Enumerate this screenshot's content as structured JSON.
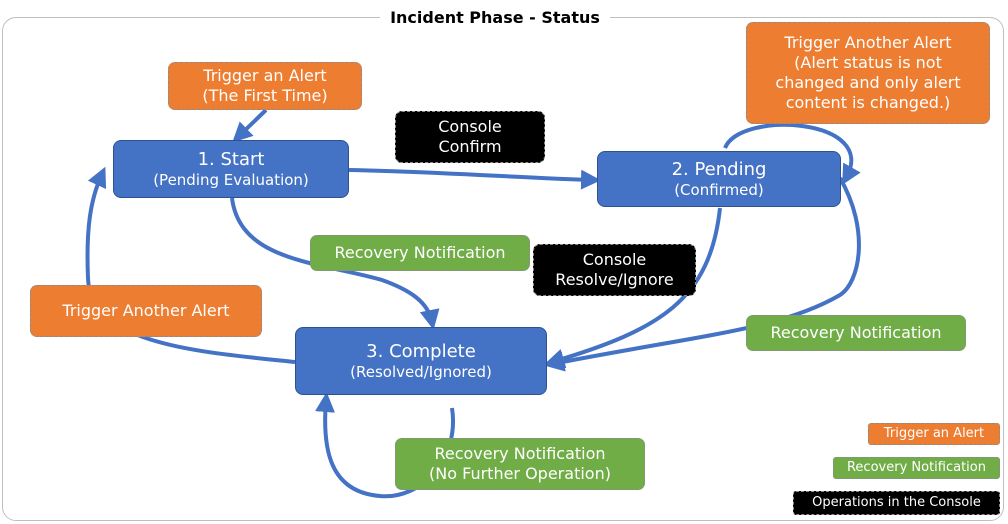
{
  "title": "Incident Phase - Status",
  "states": {
    "start": {
      "line1": "1. Start",
      "line2": "(Pending Evaluation)"
    },
    "pending": {
      "line1": "2. Pending",
      "line2": "(Confirmed)"
    },
    "complete": {
      "line1": "3. Complete",
      "line2": "(Resolved/Ignored)"
    }
  },
  "labels": {
    "trigger_first": {
      "line1": "Trigger an Alert",
      "line2": "(The First Time)"
    },
    "trigger_another_pending": {
      "line1": "Trigger Another Alert",
      "line2": "(Alert status is not",
      "line3": "changed and only alert",
      "line4": "content is changed.)"
    },
    "console_confirm": {
      "line1": "Console",
      "line2": "Confirm"
    },
    "recovery_start": "Recovery Notification",
    "console_resolve": {
      "line1": "Console",
      "line2": "Resolve/Ignore"
    },
    "trigger_another_complete": "Trigger Another Alert",
    "recovery_pending": "Recovery Notification",
    "recovery_complete": {
      "line1": "Recovery Notification",
      "line2": "(No Further Operation)"
    }
  },
  "legend": {
    "trigger": "Trigger an Alert",
    "recovery": "Recovery Notification",
    "console": "Operations in the Console"
  },
  "colors": {
    "state_blue": "#4472c4",
    "trigger_orange": "#ed7d31",
    "recovery_green": "#70ad47",
    "console_black": "#000000",
    "arrow_blue": "#4472c4"
  }
}
